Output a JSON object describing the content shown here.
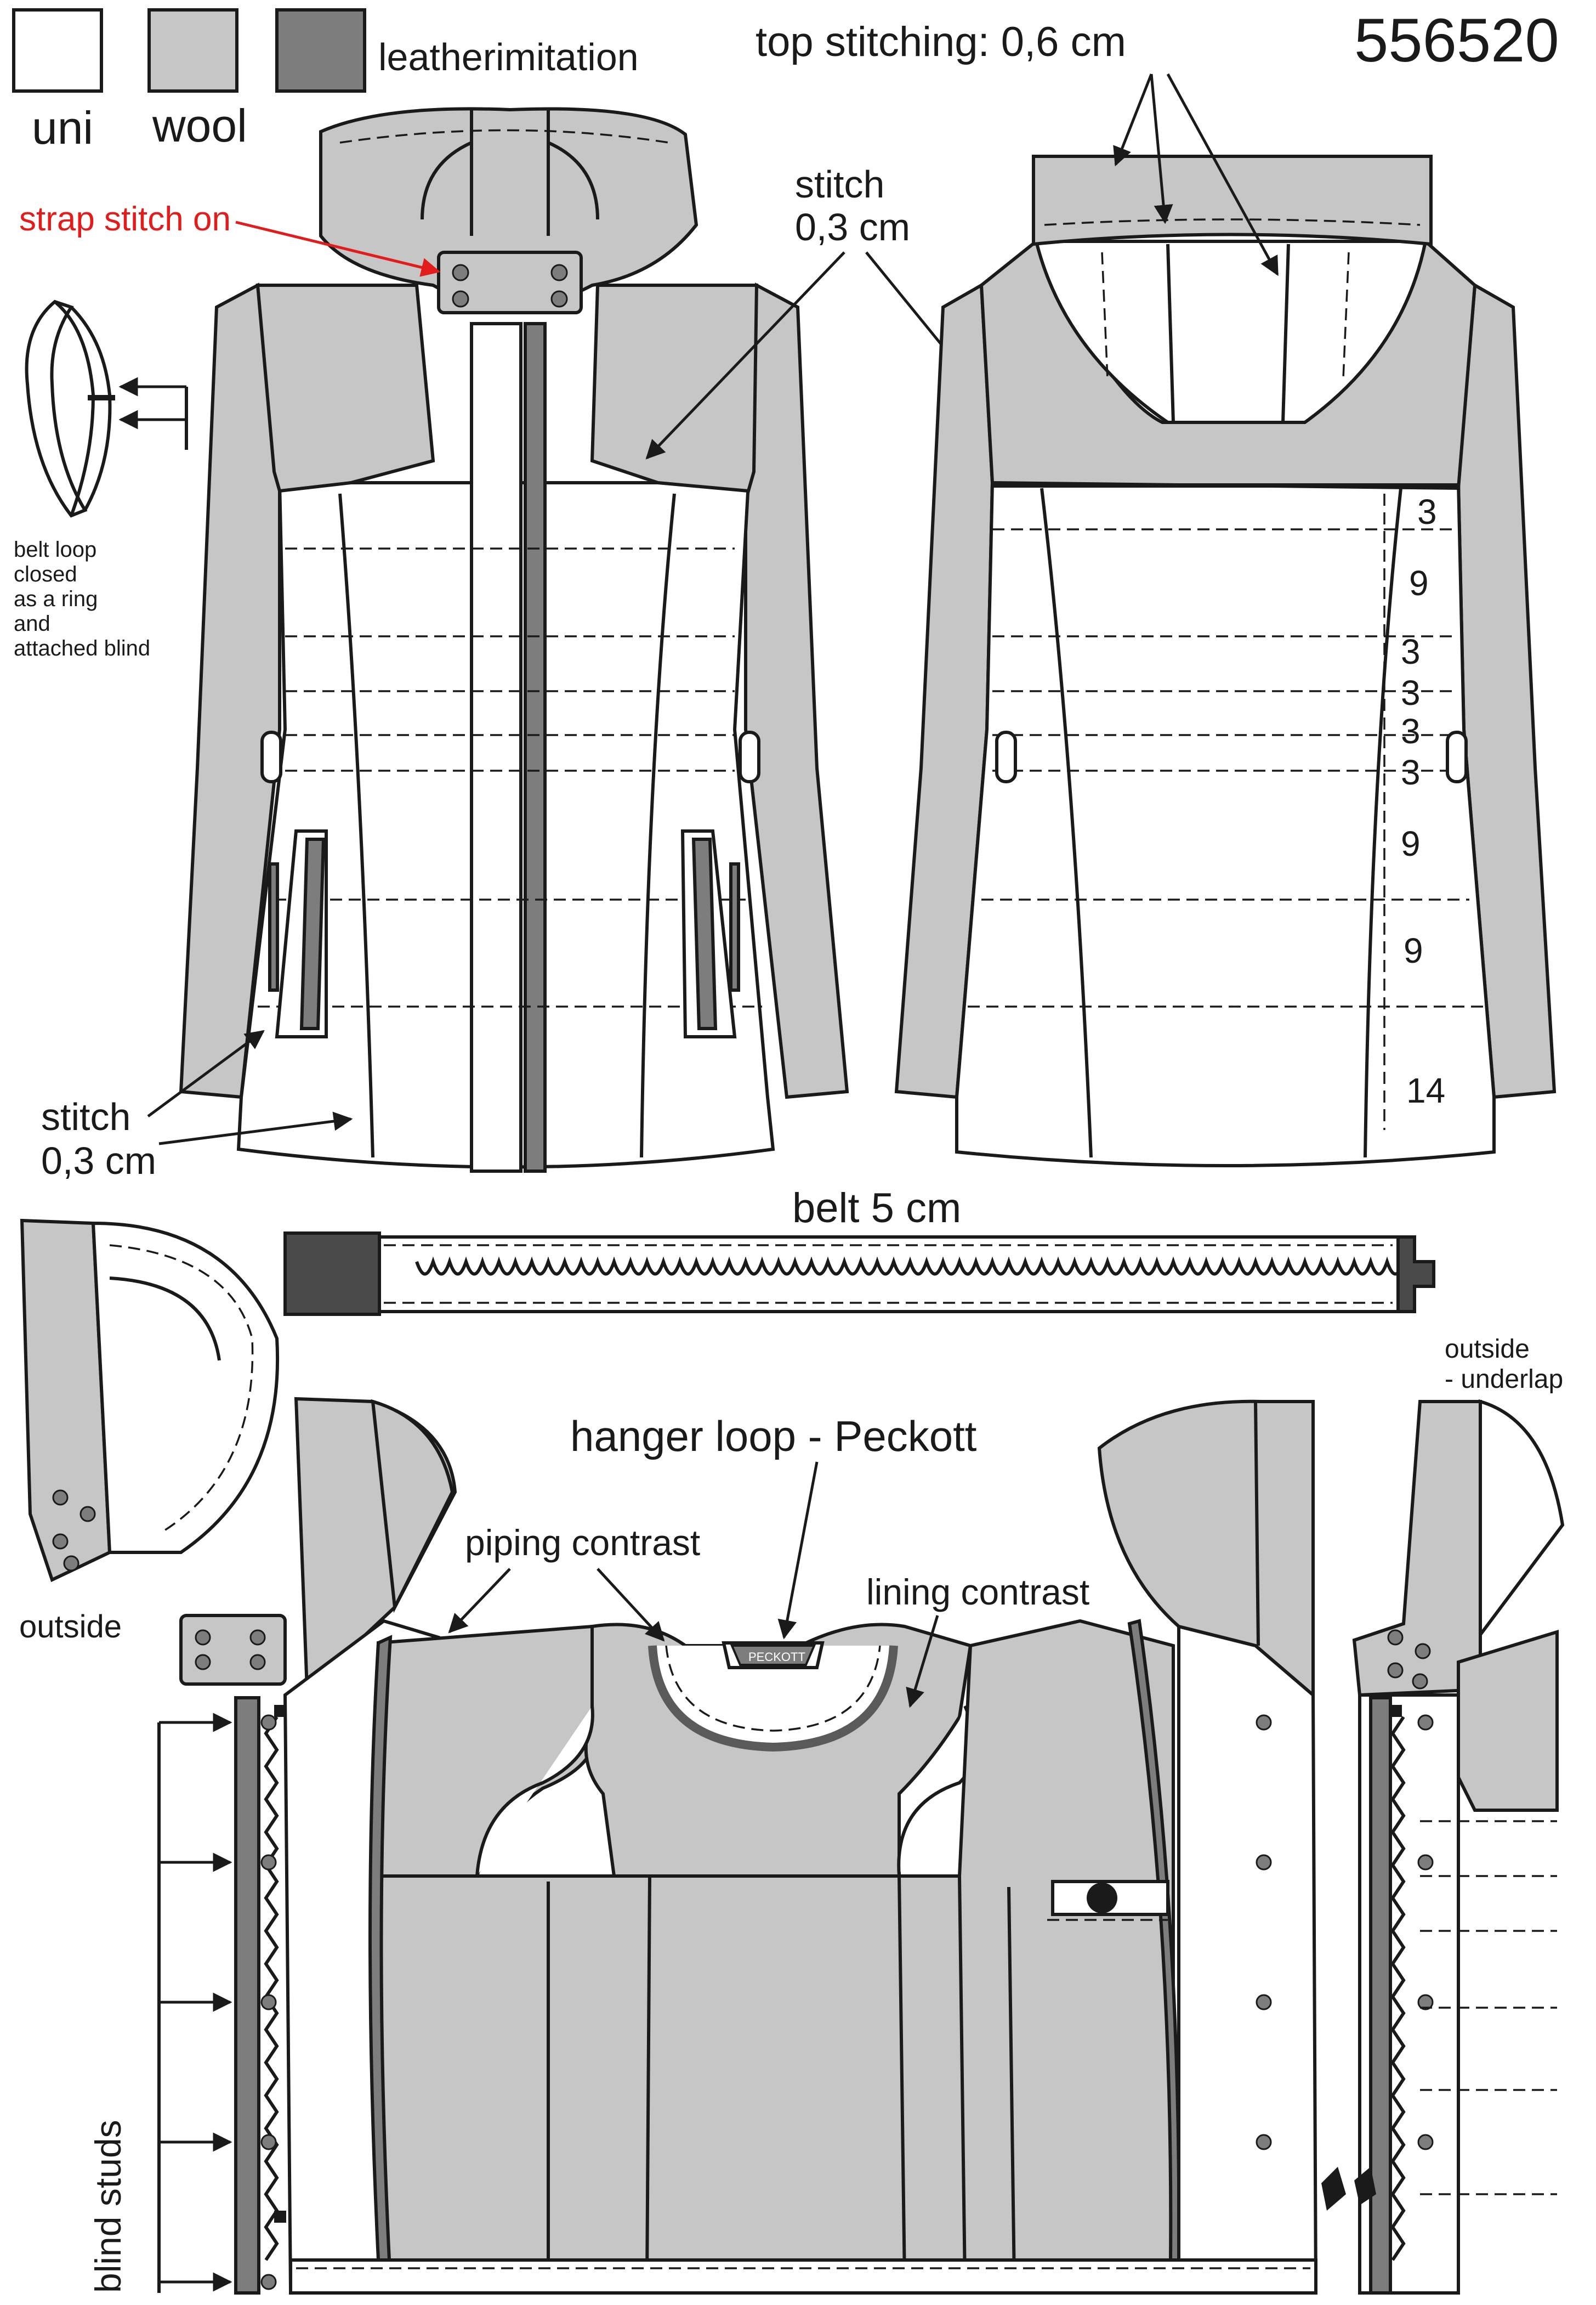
{
  "legend": {
    "uni": {
      "label": "uni",
      "color": "#ffffff"
    },
    "wool": {
      "label": "wool",
      "color": "#c6c6c6"
    },
    "leather": {
      "label": "leatherimitation",
      "color": "#7d7d7d"
    }
  },
  "model_number": "556520",
  "annotations": {
    "top_stitching": "top stitching: 0,6 cm",
    "stitch_right_line1": "stitch",
    "stitch_right_line2": "0,3 cm",
    "strap_stitch": "strap stitch on",
    "belt_loop": [
      "belt loop",
      "closed",
      "as a ring",
      "and",
      "attached blind"
    ],
    "stitch_left_line1": "stitch",
    "stitch_left_line2": "0,3 cm",
    "belt": "belt 5 cm",
    "outside_left": "outside",
    "outside_underlap_line1": "outside",
    "outside_underlap_line2": "- underlap",
    "hanger_loop": "hanger loop - Peckott",
    "hanger_tag": "PECKOTT",
    "piping": "piping  contrast",
    "lining": "lining contrast",
    "blind_studs": "blind studs"
  },
  "quilting_measurements": [
    "3",
    "9",
    "3",
    "3",
    "3",
    "3",
    "9",
    "9",
    "14"
  ],
  "colors": {
    "accent_red": "#e21b1b",
    "outline": "#1a1a1a"
  }
}
